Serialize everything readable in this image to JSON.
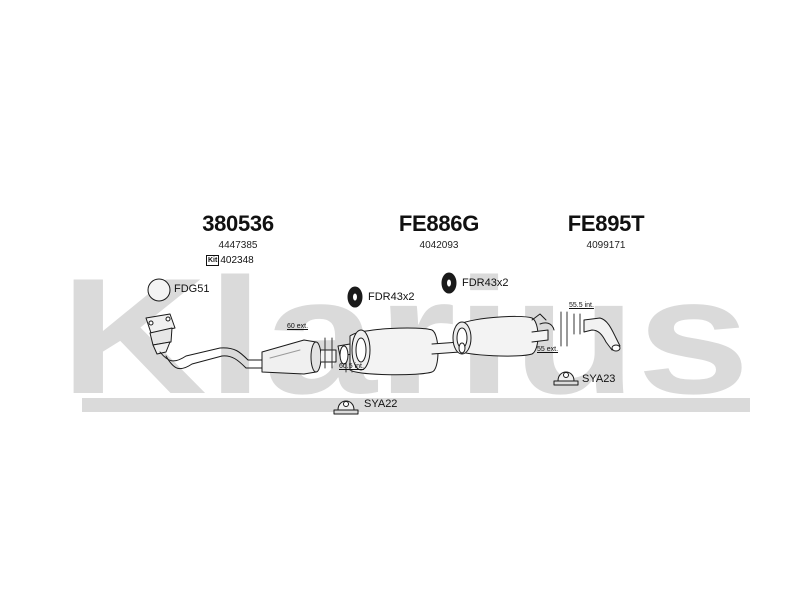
{
  "watermark": {
    "text": "Klarius",
    "color": "#d9d9d9"
  },
  "parts": [
    {
      "part_number": "380536",
      "oe_number": "4447385",
      "kit_label": "Kit",
      "kit_number": "402348"
    },
    {
      "part_number": "FE886G",
      "oe_number": "4042093"
    },
    {
      "part_number": "FE895T",
      "oe_number": "4099171"
    }
  ],
  "fittings": {
    "gasket": "FDG51",
    "ring_left": "FDR43x2",
    "ring_right": "FDR43x2",
    "clamp_bottom": "SYA22",
    "clamp_right": "SYA23"
  },
  "dimensions": {
    "d1": "60 ext.",
    "d2": "60.5 int.",
    "d3": "55.5 int.",
    "d4": "55 ext."
  },
  "colors": {
    "line": "#1a1a1a",
    "part_fill": "#f2f2f2",
    "shade": "#cfcfcf"
  }
}
